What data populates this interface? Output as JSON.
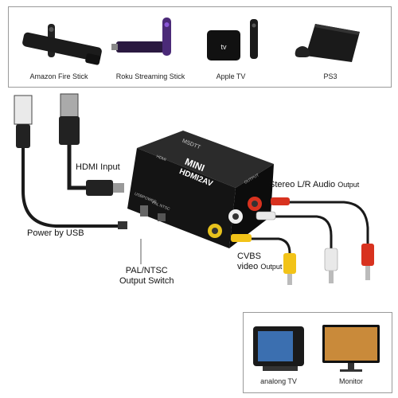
{
  "devices_top": [
    {
      "label": "Amazon Fire Stick",
      "icon": "fire-stick-icon"
    },
    {
      "label": "Roku Streaming Stick",
      "icon": "roku-stick-icon"
    },
    {
      "label": "Apple TV",
      "icon": "apple-tv-icon"
    },
    {
      "label": "PS3",
      "icon": "ps3-icon"
    }
  ],
  "converter": {
    "brand": "MSDTT",
    "model_line1": "MINI",
    "model_line2": "HDMI2AV",
    "port_hdmi": "HDMI",
    "port_output": "OUTPUT",
    "port_usb": "USBPOWER",
    "port_switch": "PAL NTSC"
  },
  "callouts": {
    "hdmi_input": "HDMI Input",
    "power_usb": "Power by USB",
    "pal_ntsc_line1": "PAL/NTSC",
    "pal_ntsc_line2": "Output Switch",
    "stereo_main": "Stereo L/R Audio",
    "stereo_small": "Output",
    "cvbs_line1": "CVBS",
    "video_main": "video",
    "video_small": "Output"
  },
  "devices_bottom": [
    {
      "label": "analong TV",
      "icon": "crt-tv-icon"
    },
    {
      "label": "Monitor",
      "icon": "monitor-icon"
    }
  ],
  "colors": {
    "cable_black": "#1a1a1a",
    "red": "#d8321f",
    "white": "#e9e9e9",
    "yellow": "#f2c318"
  }
}
